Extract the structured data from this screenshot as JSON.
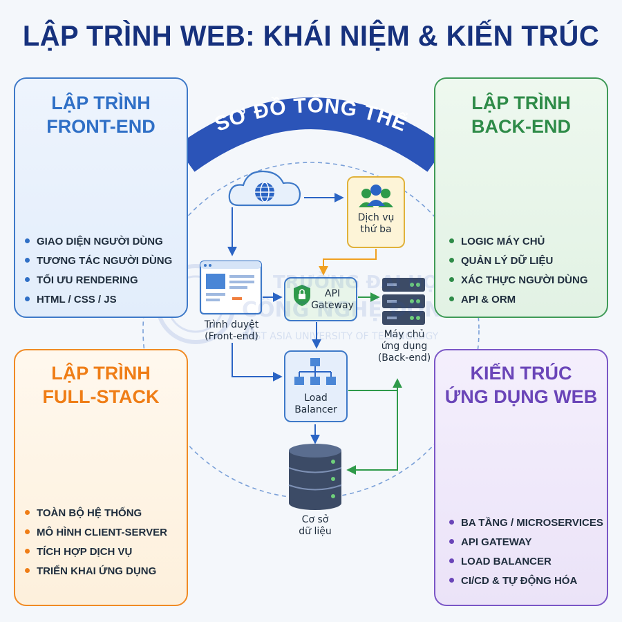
{
  "title": "LẬP TRÌNH WEB: KHÁI NIỆM & KIẾN TRÚC",
  "center": {
    "banner": "SƠ ĐỒ TỔNG THỂ",
    "nodes": {
      "third_party": "Dịch vụ\nthứ ba",
      "browser": "Trình duyệt\n(Front-end)",
      "api_gateway": "API\nGateway",
      "app_server": "Máy chủ\nứng dụng\n(Back-end)",
      "load_balancer": "Load\nBalancer",
      "database": "Cơ sở\ndữ liệu"
    }
  },
  "watermark": {
    "line1": "TRƯỜNG ĐẠI HỌC",
    "line2": "CÔNG NGHỆ ĐÔNG Á",
    "line3": "EAST ASIA UNIVERSITY OF TECHNOLOGY"
  },
  "cards": {
    "frontend": {
      "title": "LẬP TRÌNH\nFRONT-END",
      "color": "#2f6fc6",
      "items": [
        "GIAO DIỆN NGƯỜI DÙNG",
        "TƯƠNG TÁC NGƯỜI DÙNG",
        "TỐI ƯU RENDERING",
        "HTML / CSS / JS"
      ]
    },
    "backend": {
      "title": "LẬP TRÌNH\nBACK-END",
      "color": "#2e8b48",
      "items": [
        "LOGIC MÁY CHỦ",
        "QUẢN LÝ DỮ LIỆU",
        "XÁC THỰC NGƯỜI DÙNG",
        "API & ORM"
      ]
    },
    "fullstack": {
      "title": "LẬP TRÌNH\nFULL-STACK",
      "color": "#ef7d16",
      "items": [
        "TOÀN BỘ HỆ THỐNG",
        "MÔ HÌNH CLIENT-SERVER",
        "TÍCH HỢP DỊCH VỤ",
        "TRIỂN KHAI ỨNG DỤNG"
      ]
    },
    "architecture": {
      "title": "KIẾN TRÚC\nỨNG DỤNG WEB",
      "color": "#6a45b8",
      "items": [
        "BA TẦNG / MICROSERVICES",
        "API GATEWAY",
        "LOAD BALANCER",
        "CI/CD & TỰ ĐỘNG HÓA"
      ]
    }
  },
  "colors": {
    "title": "#16317d",
    "banner": "#2b54b8",
    "flow_blue": "#2a64c4",
    "flow_orange": "#f0a020",
    "flow_green": "#2f9a4a"
  }
}
